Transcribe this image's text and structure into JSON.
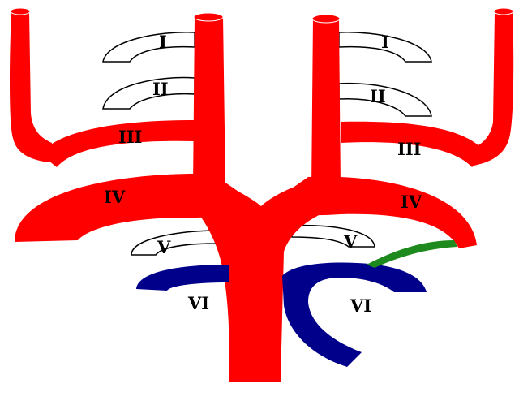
{
  "colors": {
    "background": "#ffffff",
    "artery": "#ff0000",
    "blue_arch": "#00008b",
    "green_duct": "#1e8a1e",
    "outline_arch_fill": "#ffffff",
    "outline_arch_stroke": "#000000"
  },
  "labels": {
    "left_I": "I",
    "left_II": "II",
    "left_III": "III",
    "left_IV": "IV",
    "left_V": "V",
    "left_VI": "VI",
    "right_I": "I",
    "right_II": "II",
    "right_III": "III",
    "right_IV": "IV",
    "right_V": "V",
    "right_VI": "VI"
  }
}
